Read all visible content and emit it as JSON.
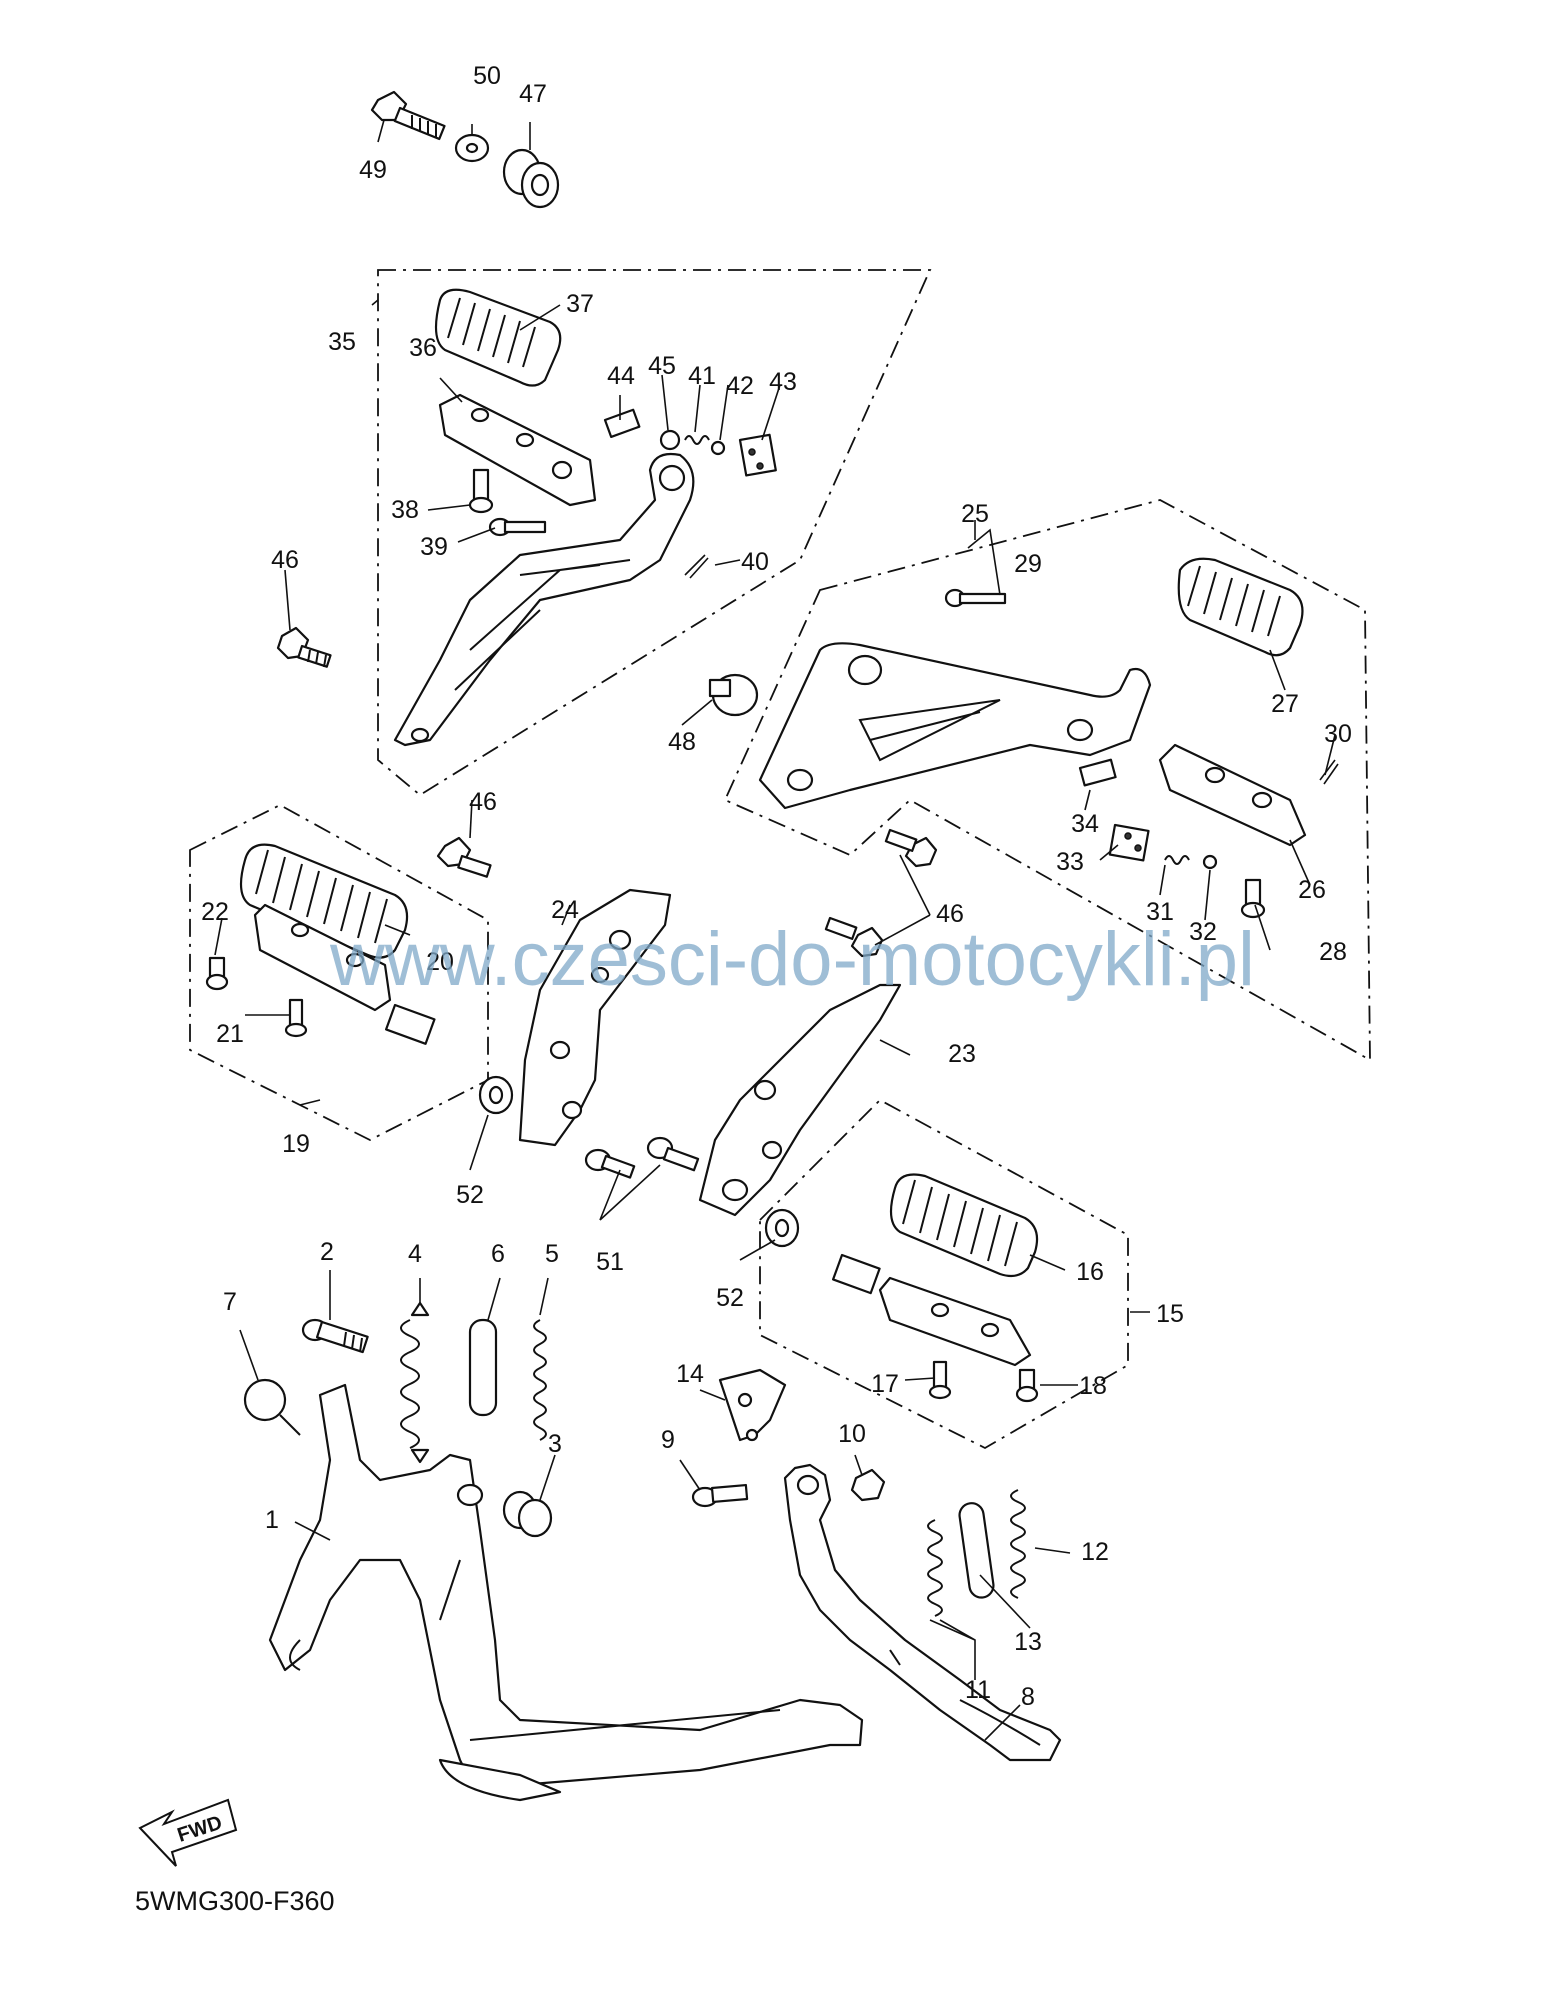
{
  "diagram": {
    "code": "5WMG300-F360",
    "watermark": "www.czesci-do-motocykli.pl",
    "direction_label": "FWD",
    "part_numbers": [
      "1",
      "2",
      "3",
      "4",
      "5",
      "6",
      "7",
      "8",
      "9",
      "10",
      "11",
      "12",
      "13",
      "14",
      "15",
      "16",
      "17",
      "18",
      "19",
      "20",
      "21",
      "22",
      "23",
      "24",
      "25",
      "26",
      "27",
      "28",
      "29",
      "30",
      "31",
      "32",
      "33",
      "34",
      "35",
      "36",
      "37",
      "38",
      "39",
      "40",
      "41",
      "42",
      "43",
      "44",
      "45",
      "46",
      "47",
      "48",
      "49",
      "50",
      "51",
      "52"
    ]
  }
}
